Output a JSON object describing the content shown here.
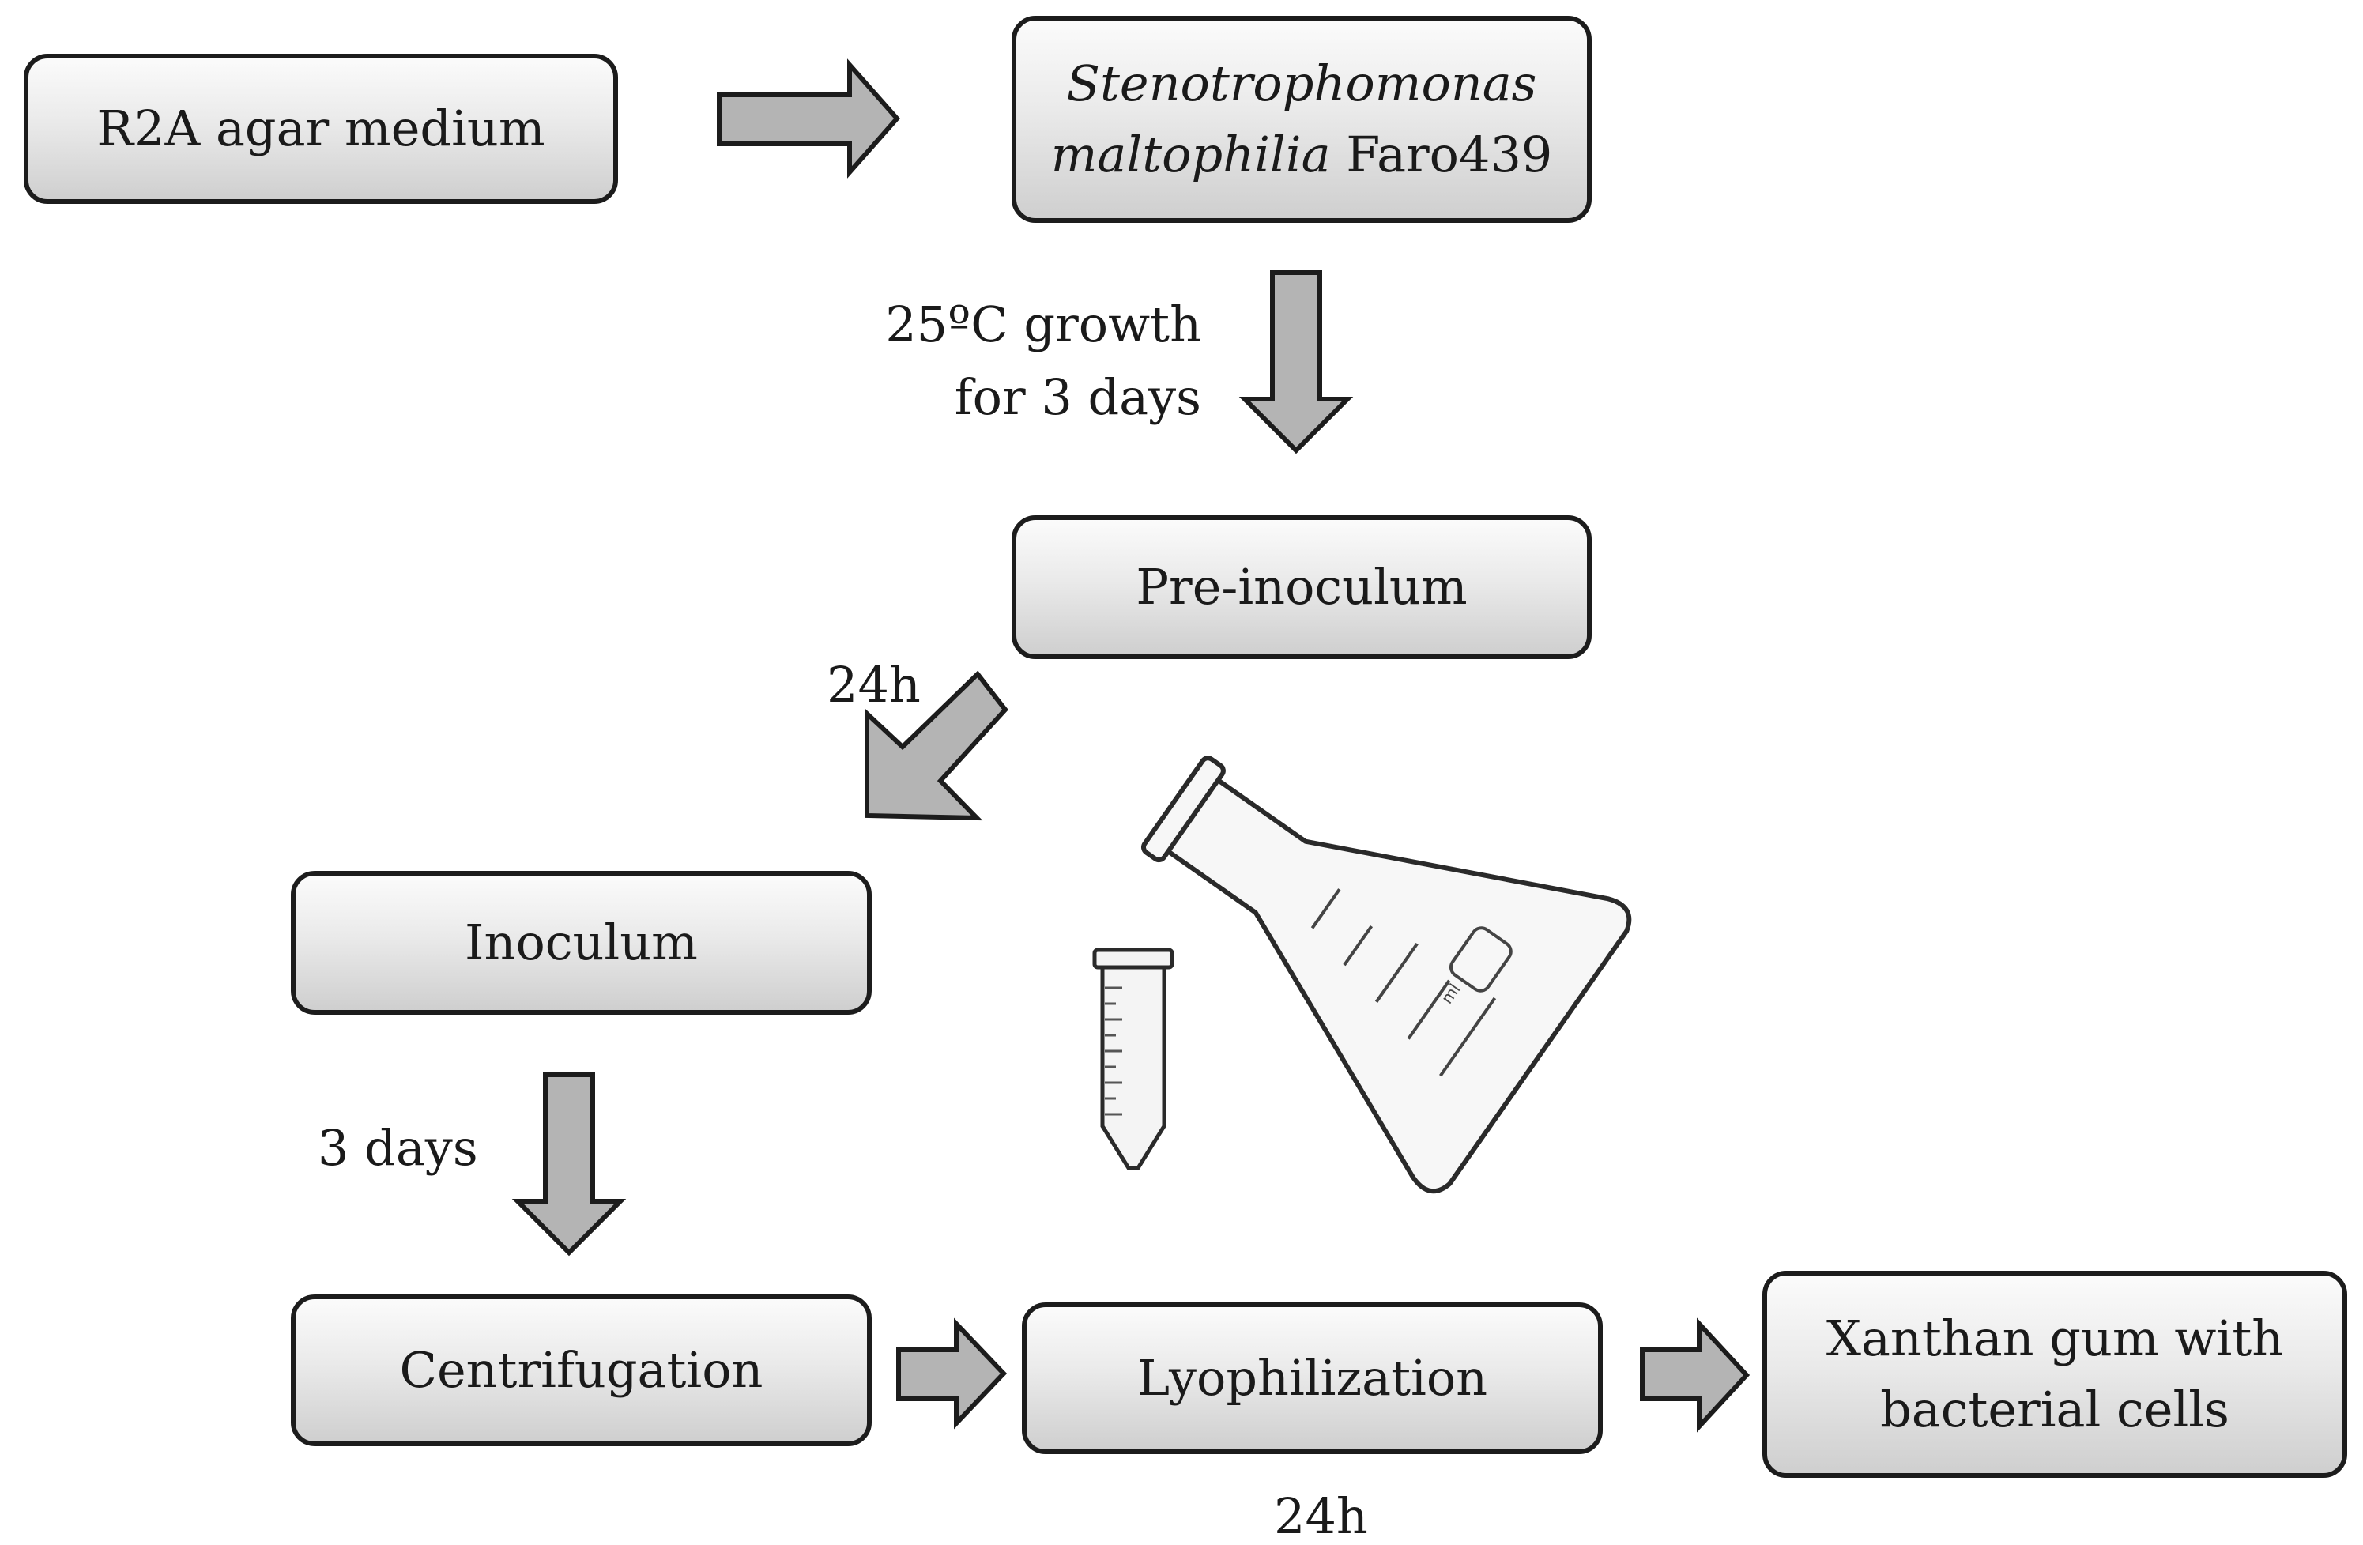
{
  "nodes": {
    "r2a": "R2A agar medium",
    "stenotrophomonas": {
      "line1": "Stenotrophomonas",
      "line2_italic": "maltophilia",
      "line2_rest": " Faro439"
    },
    "pre_inoculum": "Pre-inoculum",
    "inoculum": "Inoculum",
    "centrifugation": "Centrifugation",
    "lyophilization": "Lyophilization",
    "xanthan": {
      "line1": "Xanthan gum with",
      "line2": "bacterial cells"
    }
  },
  "labels": {
    "growth_line1": "25ºC growth",
    "growth_line2": "for 3 days",
    "pre_to_inoculum": "24h",
    "inoculum_to_centrifugation": "3 days",
    "lyophilization_time": "24h"
  },
  "colors": {
    "arrow_fill": "#b4b4b4",
    "outline": "#1c1c1c"
  },
  "icons": [
    "tube-icon",
    "flask-icon"
  ]
}
